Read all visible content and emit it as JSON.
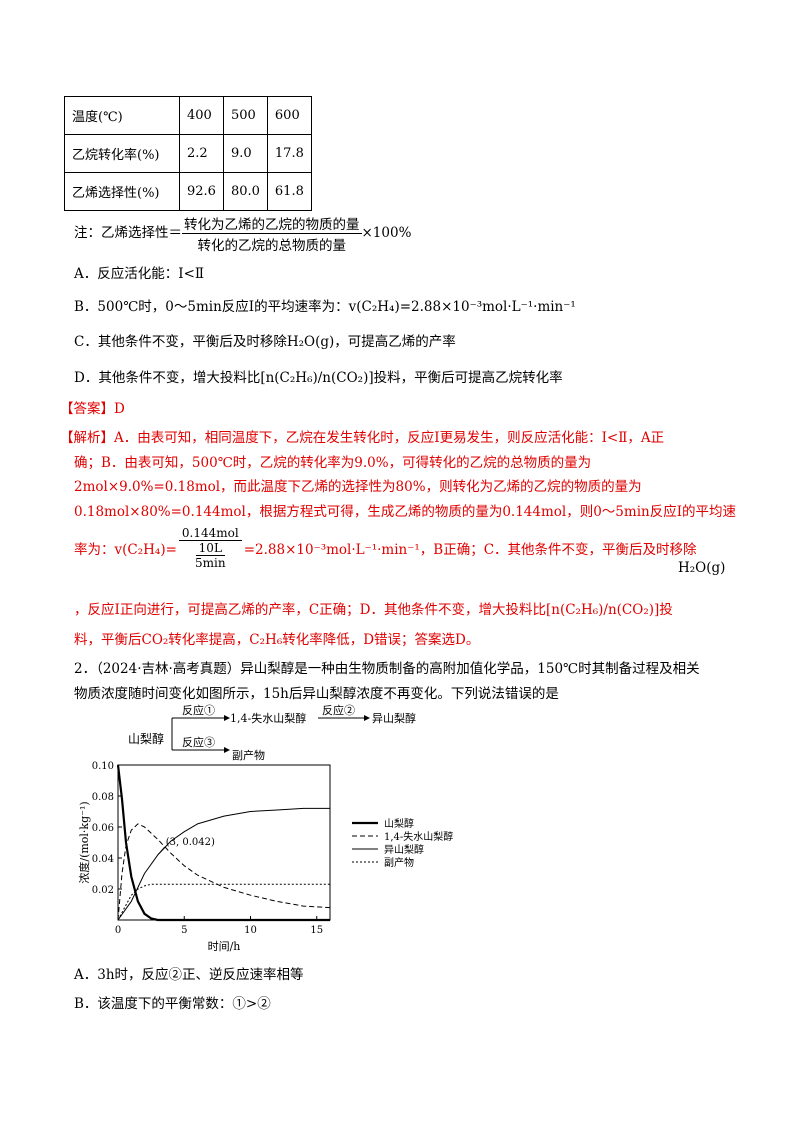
{
  "table": {
    "headers": [
      "温度(℃)",
      "400",
      "500",
      "600"
    ],
    "rows": [
      [
        "乙烷转化率(%)",
        "2.2",
        "9.0",
        "17.8"
      ],
      [
        "乙烯选择性(%)",
        "92.6",
        "80.0",
        "61.8"
      ]
    ]
  },
  "note": {
    "prefix": "注：乙烯选择性＝",
    "numerator": "转化为乙烯的乙烷的物质的量",
    "denominator": "转化的乙烷的总物质的量",
    "suffix": "×100%"
  },
  "options_q1": {
    "A": "A．反应活化能：Ⅰ<Ⅱ",
    "B_prefix": "B．500℃时，0～5min反应Ⅰ的平均速率为：",
    "B_formula": "v(C₂H₄)=2.88×10⁻³mol·L⁻¹·min⁻¹",
    "C": "C．其他条件不变，平衡后及时移除H₂O(g)，可提高乙烯的产率",
    "D": "D．其他条件不变，增大投料比[n(C₂H₆)/n(CO₂)]投料，平衡后可提高乙烷转化率"
  },
  "answer": "【答案】D",
  "analysis": {
    "line1": "【解析】A．由表可知，相同温度下，乙烷在发生转化时，反应Ⅰ更易发生，则反应活化能：Ⅰ<Ⅱ，A正",
    "line2": "确；B．由表可知，500℃时，乙烷的转化率为9.0%，可得转化的乙烷的总物质的量为",
    "line3": "2mol×9.0%=0.18mol，而此温度下乙烯的选择性为80%，则转化为乙烯的乙烷的物质的量为",
    "line4": "0.18mol×80%=0.144mol，根据方程式可得，生成乙烯的物质的量为0.144mol，则0～5min反应Ⅰ的平均速",
    "line5_prefix": "率为：v(C₂H₄)=",
    "frac_top": "0.144mol",
    "frac_mid": "10L",
    "frac_bottom": "5min",
    "line5_suffix": "=2.88×10⁻³mol·L⁻¹·min⁻¹，B正确；C．其他条件不变，平衡后及时移除",
    "h2o": "H₂O(g)",
    "line6": "，反应Ⅰ正向进行，可提高乙烯的产率，C正确；D．其他条件不变，增大投料比[n(C₂H₆)/n(CO₂)]投",
    "line7": "料，平衡后CO₂转化率提高，C₂H₆转化率降低，D错误；答案选D。"
  },
  "question2": {
    "line1": "2．（2024·吉林·高考真题）异山梨醇是一种由生物质制备的高附加值化学品，150℃时其制备过程及相关",
    "line2": "物质浓度随时间变化如图所示，15h后异山梨醇浓度不再变化。下列说法错误的是"
  },
  "scheme": {
    "start": "山梨醇",
    "r1": "反应①",
    "mid": "1,4-失水山梨醇",
    "r2": "反应②",
    "end": "异山梨醇",
    "r3": "反应③",
    "side": "副产物"
  },
  "chart_data": {
    "type": "line",
    "xlabel": "时间/h",
    "ylabel": "浓度/(mol·kg⁻¹)",
    "xlim": [
      0,
      16
    ],
    "ylim": [
      0,
      0.1
    ],
    "xticks": [
      "0",
      "5",
      "10",
      "15"
    ],
    "yticks": [
      "0.02",
      "0.04",
      "0.06",
      "0.08",
      "0.10"
    ],
    "annotation": "(3, 0.042)",
    "series": [
      {
        "name": "山梨醇",
        "style": "thick",
        "x": [
          0,
          0.3,
          0.6,
          1,
          1.5,
          2,
          2.5,
          3,
          16
        ],
        "y": [
          0.1,
          0.078,
          0.05,
          0.028,
          0.012,
          0.004,
          0.001,
          0,
          0
        ]
      },
      {
        "name": "1,4-失水山梨醇",
        "style": "dashed",
        "x": [
          0,
          0.3,
          0.6,
          1,
          1.5,
          2,
          3,
          4,
          5,
          6,
          8,
          10,
          12,
          14,
          16
        ],
        "y": [
          0,
          0.03,
          0.048,
          0.058,
          0.062,
          0.06,
          0.052,
          0.043,
          0.035,
          0.029,
          0.021,
          0.016,
          0.012,
          0.009,
          0.008
        ]
      },
      {
        "name": "异山梨醇",
        "style": "solid",
        "x": [
          0,
          1,
          2,
          3,
          4,
          5,
          6,
          8,
          10,
          12,
          14,
          16
        ],
        "y": [
          0,
          0.012,
          0.03,
          0.042,
          0.051,
          0.057,
          0.062,
          0.067,
          0.07,
          0.071,
          0.072,
          0.072
        ]
      },
      {
        "name": "副产物",
        "style": "dotted",
        "x": [
          0,
          0.5,
          1,
          1.5,
          2,
          2.5,
          3,
          16
        ],
        "y": [
          0,
          0.008,
          0.016,
          0.02,
          0.022,
          0.023,
          0.023,
          0.023
        ]
      }
    ]
  },
  "options_q2": {
    "A": "A．3h时，反应②正、逆反应速率相等",
    "B": "B．该温度下的平衡常数：①>②"
  }
}
